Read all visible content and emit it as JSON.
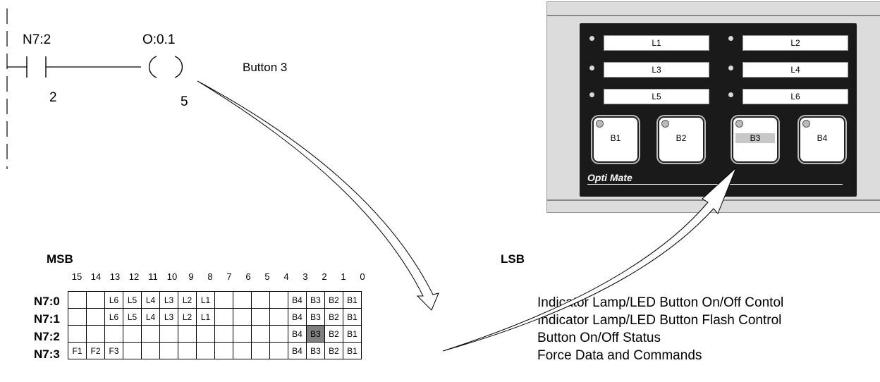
{
  "ladder": {
    "contact_address": "N7:2",
    "contact_bit": "2",
    "coil_address": "O:0.1",
    "coil_bit": "5",
    "callout": "Button 3"
  },
  "panel": {
    "lamps": [
      "L1",
      "L2",
      "L3",
      "L4",
      "L5",
      "L6"
    ],
    "buttons": [
      "B1",
      "B2",
      "B3",
      "B4"
    ],
    "selected_button": "B3",
    "logo": "Opti Mate"
  },
  "table": {
    "msb_label": "MSB",
    "lsb_label": "LSB",
    "bit_numbers": [
      "15",
      "14",
      "13",
      "12",
      "11",
      "10",
      "9",
      "8",
      "7",
      "6",
      "5",
      "4",
      "3",
      "2",
      "1",
      "0"
    ],
    "rows": [
      {
        "label": "N7:0",
        "cells": [
          "",
          "",
          "L6",
          "L5",
          "L4",
          "L3",
          "L2",
          "L1",
          "",
          "",
          "",
          "",
          "B4",
          "B3",
          "B2",
          "B1"
        ],
        "description": "Indicator Lamp/LED Button On/Off Contol"
      },
      {
        "label": "N7:1",
        "cells": [
          "",
          "",
          "L6",
          "L5",
          "L4",
          "L3",
          "L2",
          "L1",
          "",
          "",
          "",
          "",
          "B4",
          "B3",
          "B2",
          "B1"
        ],
        "description": "Indicator Lamp/LED Button Flash Control"
      },
      {
        "label": "N7:2",
        "cells": [
          "",
          "",
          "",
          "",
          "",
          "",
          "",
          "",
          "",
          "",
          "",
          "",
          "B4",
          "B3",
          "B2",
          "B1"
        ],
        "description": "Button On/Off Status"
      },
      {
        "label": "N7:3",
        "cells": [
          "F1",
          "F2",
          "F3",
          "",
          "",
          "",
          "",
          "",
          "",
          "",
          "",
          "",
          "B4",
          "B3",
          "B2",
          "B1"
        ],
        "description": "Force Data and Commands"
      }
    ],
    "highlight": {
      "row": 2,
      "col": 13
    }
  },
  "colors": {
    "highlight": "#808080",
    "panel": "#1a1a1a",
    "frame": "#dcdcdc"
  }
}
